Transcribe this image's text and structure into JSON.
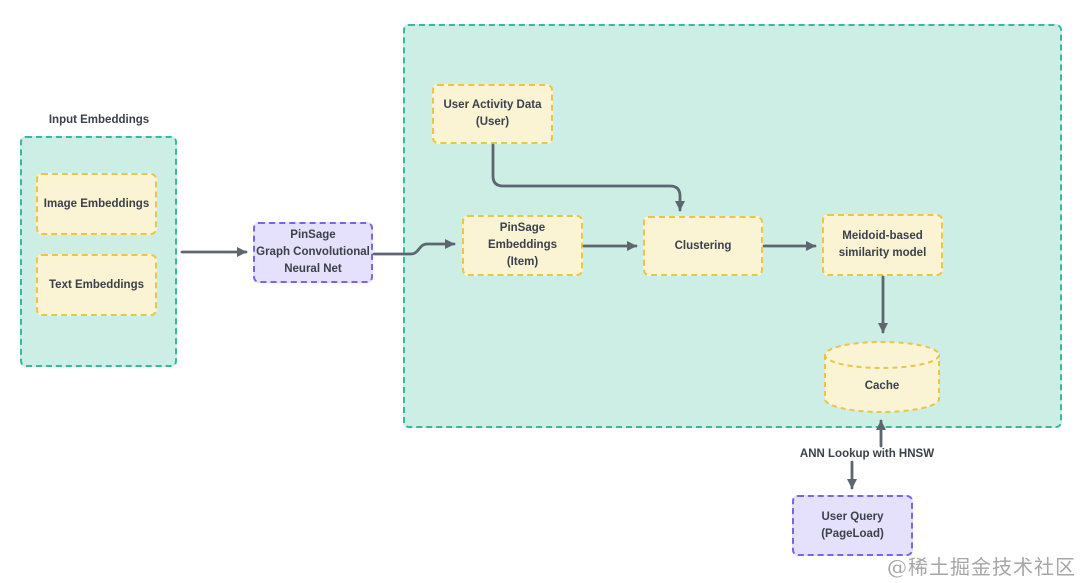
{
  "colors": {
    "teal_fill": "#cdeee5",
    "teal_border": "#38b8a1",
    "yellow_fill": "#faf3d4",
    "yellow_border": "#e8c64a",
    "purple_fill": "#e5e0fb",
    "purple_border": "#7468e4",
    "arrow": "#5d6670",
    "text": "#3b414a",
    "watermark_color": "#a6a6a6"
  },
  "input_group": {
    "title": "Input Embeddings",
    "nodes": [
      {
        "label": "Image Embeddings"
      },
      {
        "label": "Text Embeddings"
      }
    ]
  },
  "gcn_node": {
    "line1": "PinSage",
    "line2": "Graph Convolutional",
    "line3": "Neural Net"
  },
  "pipeline_group": {
    "user_activity": {
      "line1": "User Activity Data",
      "line2": "(User)"
    },
    "pinsage_embeddings": {
      "line1": "PinSage Embeddings",
      "line2": "(Item)"
    },
    "clustering": {
      "label": "Clustering"
    },
    "medoid": {
      "line1": "Meidoid-based",
      "line2": "similarity model"
    },
    "cache": {
      "label": "Cache"
    }
  },
  "ann_label": "ANN Lookup with HNSW",
  "user_query": {
    "line1": "User Query",
    "line2": "(PageLoad)"
  },
  "watermark": "@稀土掘金技术社区"
}
